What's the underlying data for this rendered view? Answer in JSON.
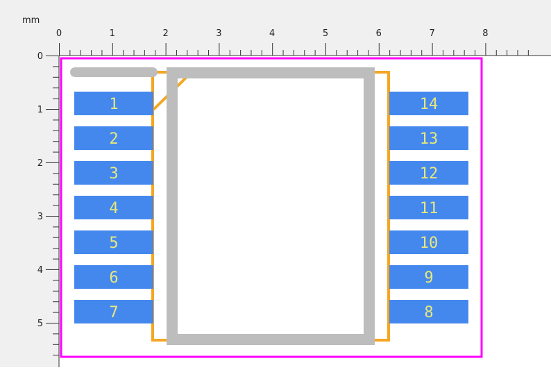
{
  "ruler": {
    "unit": "mm",
    "x_labels": [
      "0",
      "1",
      "2",
      "3",
      "4",
      "5",
      "6",
      "7",
      "8"
    ],
    "y_labels": [
      "0",
      "1",
      "2",
      "3",
      "4",
      "5"
    ]
  },
  "colors": {
    "ruler_bg": "#f0f0f0",
    "board_outline": "#ff00ff",
    "pad_fill": "#4488ee",
    "pad_text": "#e8e87a",
    "silkscreen": "#f5a623",
    "courtyard": "#bdbdbd",
    "tick": "#333333"
  },
  "pads": {
    "left": [
      "1",
      "2",
      "3",
      "4",
      "5",
      "6",
      "7"
    ],
    "right": [
      "14",
      "13",
      "12",
      "11",
      "10",
      "9",
      "8"
    ]
  }
}
